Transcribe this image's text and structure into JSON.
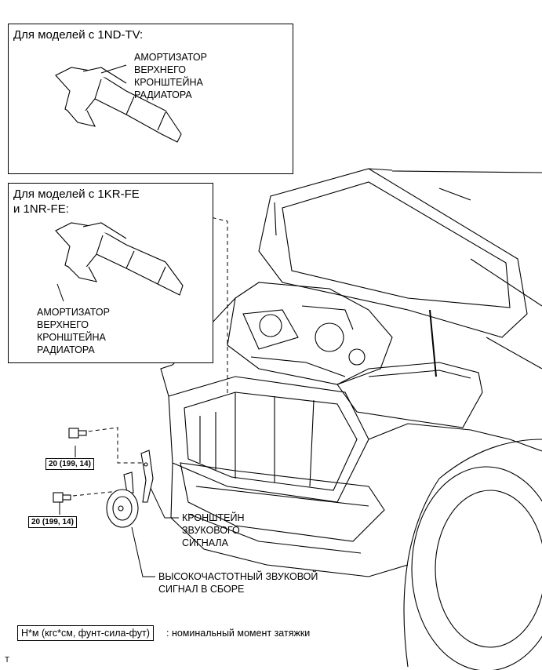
{
  "box1": {
    "title": "Для моделей с 1ND-TV:",
    "part_label": "АМОРТИЗАТОР\nВЕРХНЕГО\nКРОНШТЕЙНА\nРАДИАТОРА"
  },
  "box2": {
    "title": "Для моделей с 1KR-FE\nи 1NR-FE:",
    "part_label": "АМОРТИЗАТОР\nВЕРХНЕГО\nКРОНШТЕЙНА\nРАДИАТОРА"
  },
  "torque_values": [
    "20 (199, 14)",
    "20 (199, 14)"
  ],
  "bracket_label": "КРОНШТЕЙН\nЗВУКОВОГО\nСИГНАЛА",
  "horn_label": "ВЫСОКОЧАСТОТНЫЙ ЗВУКОВОЙ\nСИГНАЛ В СБОРЕ",
  "legend": {
    "unit": "Н*м (кгс*см, фунт-сила-фут)",
    "description": ": номинальный момент затяжки"
  },
  "corner_mark": "T"
}
